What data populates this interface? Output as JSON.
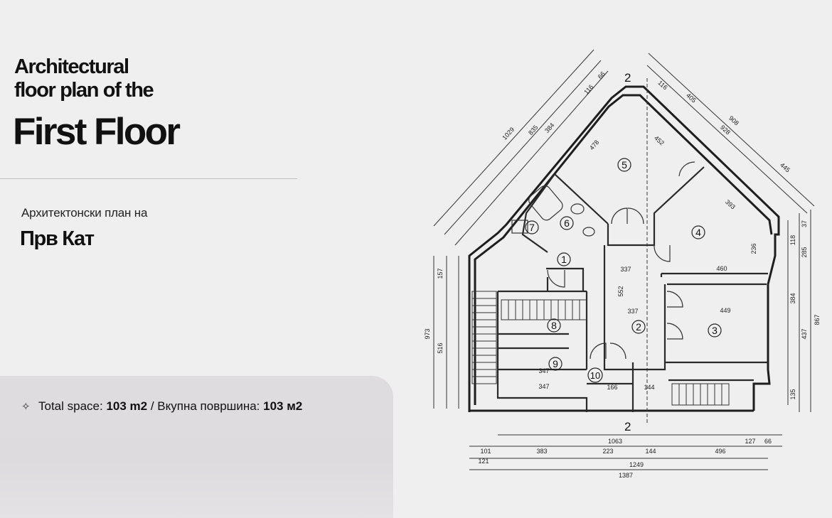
{
  "heading": {
    "line1": "Architectural\nfloor plan of the",
    "line2": "First Floor"
  },
  "subheading": {
    "line1": "Архитектонски план на",
    "line2": "Прв Кат"
  },
  "total_space": {
    "label_en": "Total space: ",
    "value_en": "103 m2",
    "separator": " / ",
    "label_mk": "Вкупна површина: ",
    "value_mk": "103 м2"
  },
  "plan": {
    "section_marker": "2",
    "rooms": [
      "1",
      "2",
      "3",
      "4",
      "5",
      "6",
      "7",
      "8",
      "9",
      "10"
    ],
    "dimensions": {
      "bottom_total": "1387",
      "bottom_mid": "1249",
      "bottom_top": "1063",
      "bottom_a": "101",
      "bottom_b": "383",
      "bottom_c": "223",
      "bottom_d": "144",
      "bottom_e": "496",
      "bottom_f": "121",
      "bottom_g": "127",
      "bottom_h": "66",
      "right_total": "867",
      "right_a": "285",
      "right_b": "118",
      "right_c": "37",
      "right_d": "384",
      "right_e": "437",
      "right_f": "135",
      "left_total": "973",
      "left_a": "516",
      "left_b": "157",
      "r5_w": "478",
      "r5_h": "452",
      "r4_a": "393",
      "r4_b": "460",
      "r4_c": "236",
      "r3_w": "449",
      "r2_a": "337",
      "r2_b": "337",
      "r2_c": "552",
      "r9_a": "347",
      "r9_b": "347",
      "r10_a": "166",
      "r10_b": "144",
      "diag_left_a": "1029",
      "diag_left_b": "835",
      "diag_left_c": "384",
      "diag_left_d": "116",
      "diag_left_e": "66",
      "diag_right_a": "908",
      "diag_right_b": "928",
      "diag_right_c": "405",
      "diag_right_d": "116",
      "diag_right_e": "445"
    }
  }
}
